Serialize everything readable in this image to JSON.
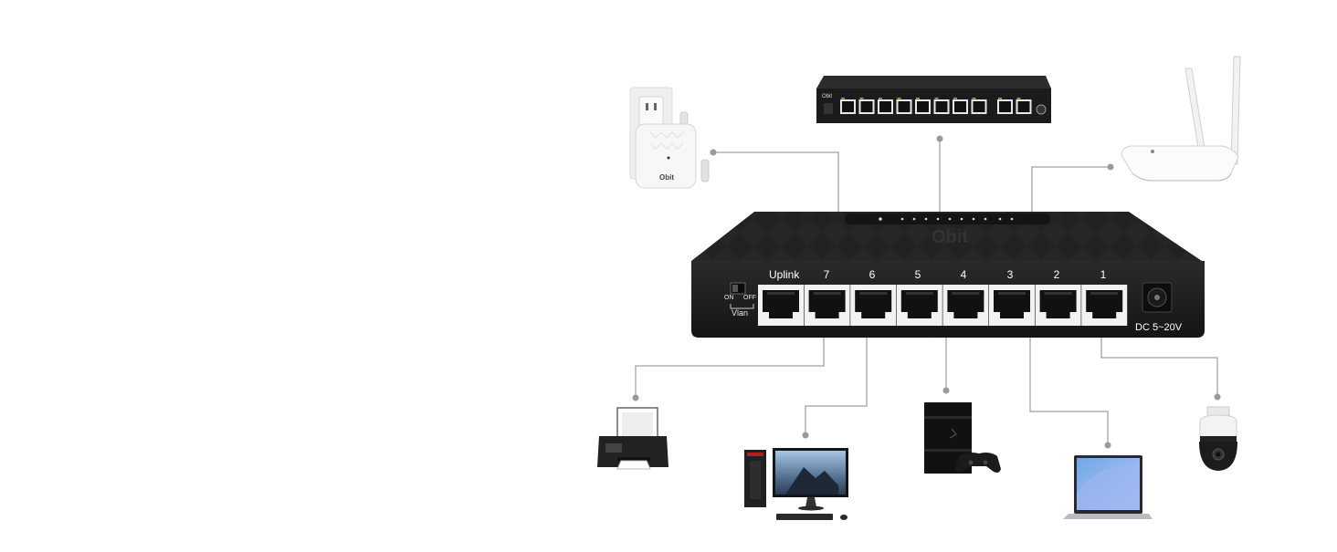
{
  "switch": {
    "brand": "Obit",
    "uplink_label": "Uplink",
    "port_numbers": [
      "7",
      "6",
      "5",
      "4",
      "3",
      "2",
      "1"
    ],
    "vlan_on": "ON",
    "vlan_off": "OFF",
    "vlan_label": "Vlan",
    "dc_label": "DC 5~20V"
  },
  "colors": {
    "switch_body": "#1f1f1f",
    "connector_line": "#8a8a8a",
    "dot": "#9a9a9a",
    "port_frame": "#f2f2f2",
    "port_led": "#7ccf3a"
  },
  "devices": [
    "wifi-extender",
    "poe-switch",
    "wifi-router",
    "printer",
    "desktop-computer",
    "game-console",
    "laptop",
    "ptz-camera"
  ]
}
